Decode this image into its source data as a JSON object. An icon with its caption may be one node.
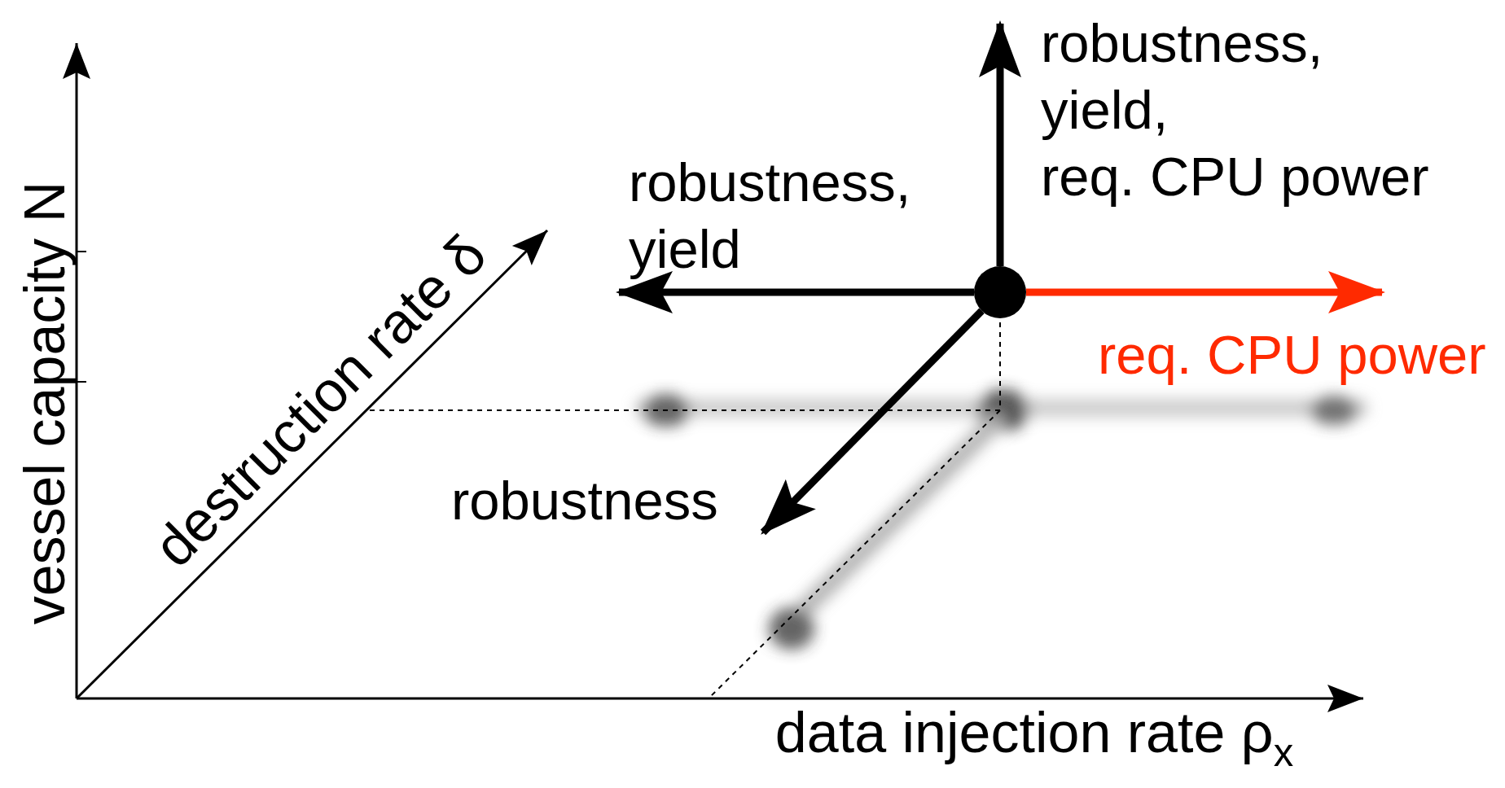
{
  "diagram": {
    "nodes": [
      {
        "text": [],
        "shape": "circle"
      },
      {
        "text": [
          "robustness, yield, req. CPU power"
        ]
      },
      {
        "text": [
          "robustness, yield"
        ]
      },
      {
        "text": [
          "req. CPU power"
        ]
      },
      {
        "text": [
          "robustness"
        ]
      }
    ],
    "edges": [
      {
        "from": 0,
        "to": 1,
        "arrow": "to"
      },
      {
        "from": 0,
        "to": 2,
        "arrow": "to"
      },
      {
        "from": 0,
        "to": 3,
        "arrow": "to",
        "color": "#ff2a00"
      },
      {
        "from": 0,
        "to": 4,
        "arrow": "to"
      }
    ],
    "labels": [
      "vessel capacity N",
      "destruction rate δ",
      "data injection rate ρ$_{x}$"
    ]
  }
}
